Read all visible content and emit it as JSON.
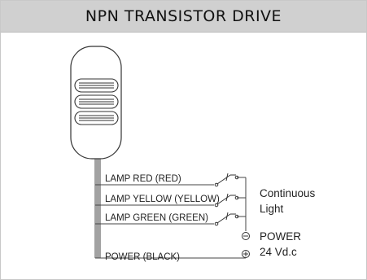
{
  "title": "NPN TRANSISTOR DRIVE",
  "wires": [
    {
      "id": "red",
      "label": "LAMP RED (RED)"
    },
    {
      "id": "yellow",
      "label": "LAMP YELLOW (YELLOW)"
    },
    {
      "id": "green",
      "label": "LAMP GREEN (GREEN)"
    },
    {
      "id": "power",
      "label": "POWER (BLACK)"
    }
  ],
  "mode_label_line1": "Continuous",
  "mode_label_line2": "Light",
  "power_label_line1": "POWER",
  "power_label_line2": "24 Vd.c",
  "minus_symbol": "⊖",
  "plus_symbol": "⊕"
}
